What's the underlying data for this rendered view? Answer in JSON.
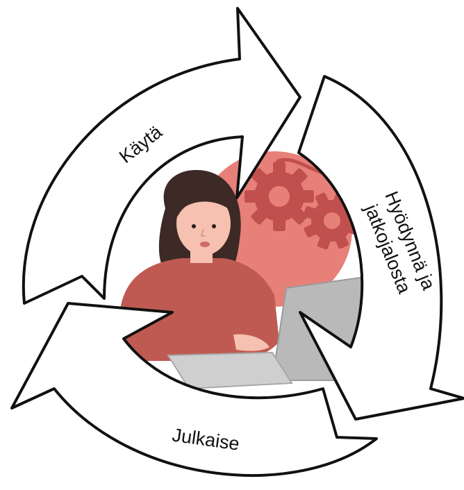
{
  "cycle": {
    "steps": [
      {
        "label": "Käytä"
      },
      {
        "label": "Hyödynnä ja jatkojalosta"
      },
      {
        "label": "Julkaise"
      }
    ]
  },
  "illustration": {
    "subject": "woman-working-on-laptop",
    "colors": {
      "backdrop": "#e8807a",
      "gear": "#c0504d",
      "hair": "#3d2a26",
      "skin": "#f6c1b0",
      "sweater": "#bf5a52",
      "laptop": "#b9b9b9"
    }
  }
}
